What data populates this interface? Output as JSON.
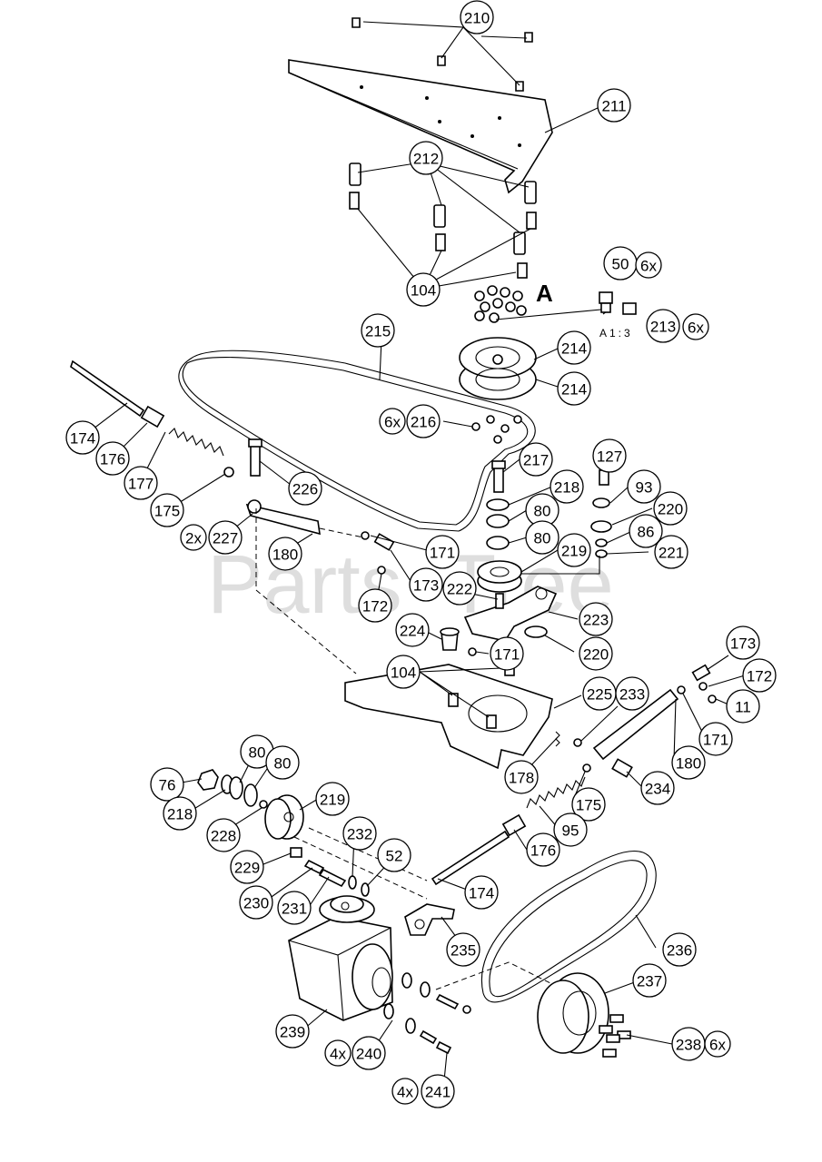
{
  "watermark": {
    "left": "Parts",
    "right": "Tree"
  },
  "detail": {
    "letter": "A",
    "scale": "A1:3"
  },
  "callouts": [
    {
      "id": "c210",
      "label": "210"
    },
    {
      "id": "c211",
      "label": "211"
    },
    {
      "id": "c212",
      "label": "212"
    },
    {
      "id": "c104a",
      "label": "104"
    },
    {
      "id": "c50",
      "label": "50"
    },
    {
      "id": "c50q",
      "label": "6x"
    },
    {
      "id": "c213",
      "label": "213"
    },
    {
      "id": "c213q",
      "label": "6x"
    },
    {
      "id": "c215",
      "label": "215"
    },
    {
      "id": "c214a",
      "label": "214"
    },
    {
      "id": "c214b",
      "label": "214"
    },
    {
      "id": "c216q",
      "label": "6x"
    },
    {
      "id": "c216",
      "label": "216"
    },
    {
      "id": "c174a",
      "label": "174"
    },
    {
      "id": "c176a",
      "label": "176"
    },
    {
      "id": "c177",
      "label": "177"
    },
    {
      "id": "c175a",
      "label": "175"
    },
    {
      "id": "c226",
      "label": "226"
    },
    {
      "id": "c227q",
      "label": "2x"
    },
    {
      "id": "c227",
      "label": "227"
    },
    {
      "id": "c180a",
      "label": "180"
    },
    {
      "id": "c171a",
      "label": "171"
    },
    {
      "id": "c173a",
      "label": "173"
    },
    {
      "id": "c172a",
      "label": "172"
    },
    {
      "id": "c217",
      "label": "217"
    },
    {
      "id": "c218a",
      "label": "218"
    },
    {
      "id": "c80a",
      "label": "80"
    },
    {
      "id": "c80b",
      "label": "80"
    },
    {
      "id": "c219a",
      "label": "219"
    },
    {
      "id": "c222",
      "label": "222"
    },
    {
      "id": "c127",
      "label": "127"
    },
    {
      "id": "c93",
      "label": "93"
    },
    {
      "id": "c220a",
      "label": "220"
    },
    {
      "id": "c86",
      "label": "86"
    },
    {
      "id": "c221",
      "label": "221"
    },
    {
      "id": "c223",
      "label": "223"
    },
    {
      "id": "c220b",
      "label": "220"
    },
    {
      "id": "c224",
      "label": "224"
    },
    {
      "id": "c171b",
      "label": "171"
    },
    {
      "id": "c104b",
      "label": "104"
    },
    {
      "id": "c225",
      "label": "225"
    },
    {
      "id": "c233",
      "label": "233"
    },
    {
      "id": "c173b",
      "label": "173"
    },
    {
      "id": "c172b",
      "label": "172"
    },
    {
      "id": "c11",
      "label": "11"
    },
    {
      "id": "c171c",
      "label": "171"
    },
    {
      "id": "c180b",
      "label": "180"
    },
    {
      "id": "c178",
      "label": "178"
    },
    {
      "id": "c175b",
      "label": "175"
    },
    {
      "id": "c234",
      "label": "234"
    },
    {
      "id": "c76",
      "label": "76"
    },
    {
      "id": "c80c",
      "label": "80"
    },
    {
      "id": "c80d",
      "label": "80"
    },
    {
      "id": "c218b",
      "label": "218"
    },
    {
      "id": "c219b",
      "label": "219"
    },
    {
      "id": "c228",
      "label": "228"
    },
    {
      "id": "c95",
      "label": "95"
    },
    {
      "id": "c176b",
      "label": "176"
    },
    {
      "id": "c232",
      "label": "232"
    },
    {
      "id": "c52",
      "label": "52"
    },
    {
      "id": "c229",
      "label": "229"
    },
    {
      "id": "c230",
      "label": "230"
    },
    {
      "id": "c231",
      "label": "231"
    },
    {
      "id": "c174b",
      "label": "174"
    },
    {
      "id": "c235",
      "label": "235"
    },
    {
      "id": "c236",
      "label": "236"
    },
    {
      "id": "c237",
      "label": "237"
    },
    {
      "id": "c239",
      "label": "239"
    },
    {
      "id": "c238",
      "label": "238"
    },
    {
      "id": "c238q",
      "label": "6x"
    },
    {
      "id": "c240q",
      "label": "4x"
    },
    {
      "id": "c240",
      "label": "240"
    },
    {
      "id": "c241q",
      "label": "4x"
    },
    {
      "id": "c241",
      "label": "241"
    }
  ]
}
